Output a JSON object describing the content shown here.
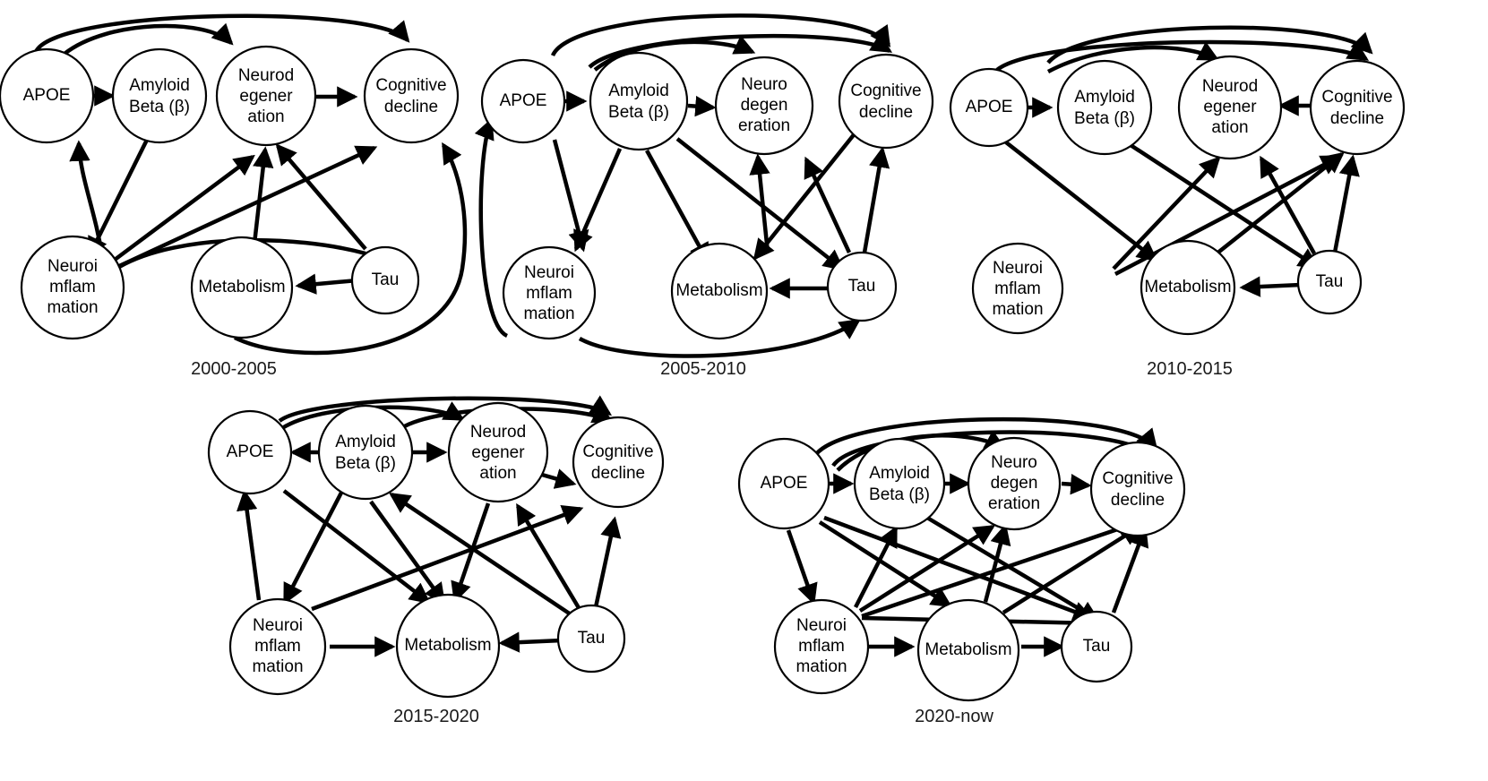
{
  "figure": {
    "title": "",
    "type": "directed-graph-series",
    "node_labels": {
      "apoe": "APOE",
      "abeta": "Amyloid Beta (β)",
      "neurodeg": "Neurodegeneration",
      "cognitive": "Cognitive decline",
      "neuroinf": "Neuroinflammation",
      "metabolism": "Metabolism",
      "tau": "Tau"
    },
    "node_label_lines": {
      "apoe": [
        "APOE"
      ],
      "abeta": [
        "Amyloid",
        "Beta (β)"
      ],
      "neurodeg_a": [
        "Neurod",
        "egener",
        "ation"
      ],
      "neurodeg_b": [
        "Neuro",
        "degen",
        "eration"
      ],
      "cognitive": [
        "Cognitive",
        "decline"
      ],
      "neuroinf": [
        "Neuroi",
        "mflam",
        "mation"
      ],
      "metabolism": [
        "Metabolism"
      ],
      "tau": [
        "Tau"
      ]
    }
  },
  "panels": [
    {
      "id": "p1",
      "caption": "2000-2005",
      "nodes": [
        {
          "key": "apoe",
          "lines": [
            "APOE"
          ]
        },
        {
          "key": "abeta",
          "lines": [
            "Amyloid",
            "Beta (β)"
          ]
        },
        {
          "key": "neurodeg",
          "lines": [
            "Neurod",
            "egener",
            "ation"
          ]
        },
        {
          "key": "cognitive",
          "lines": [
            "Cognitive",
            "decline"
          ]
        },
        {
          "key": "neuroinf",
          "lines": [
            "Neuroi",
            "mflam",
            "mation"
          ]
        },
        {
          "key": "metabolism",
          "lines": [
            "Metabolism"
          ]
        },
        {
          "key": "tau",
          "lines": [
            "Tau"
          ]
        }
      ],
      "edges": [
        {
          "from": "apoe",
          "to": "abeta"
        },
        {
          "from": "apoe",
          "to": "neurodeg"
        },
        {
          "from": "apoe",
          "to": "cognitive"
        },
        {
          "from": "apoe",
          "to": "neuroinf"
        },
        {
          "from": "abeta",
          "to": "neuroinf"
        },
        {
          "from": "neuroinf",
          "to": "apoe"
        },
        {
          "from": "neuroinf",
          "to": "neurodeg"
        },
        {
          "from": "neuroinf",
          "to": "cognitive"
        },
        {
          "from": "tau",
          "to": "metabolism"
        },
        {
          "from": "tau",
          "to": "neurodeg"
        },
        {
          "from": "tau",
          "to": "metabolism-curve"
        },
        {
          "from": "metabolism",
          "to": "neurodeg"
        },
        {
          "from": "metabolism",
          "to": "cognitive"
        }
      ]
    },
    {
      "id": "p2",
      "caption": "2005-2010",
      "nodes": [
        {
          "key": "apoe",
          "lines": [
            "APOE"
          ]
        },
        {
          "key": "abeta",
          "lines": [
            "Amyloid",
            "Beta (β)"
          ]
        },
        {
          "key": "neurodeg",
          "lines": [
            "Neuro",
            "degen",
            "eration"
          ]
        },
        {
          "key": "cognitive",
          "lines": [
            "Cognitive",
            "decline"
          ]
        },
        {
          "key": "neuroinf",
          "lines": [
            "Neuroi",
            "mflam",
            "mation"
          ]
        },
        {
          "key": "metabolism",
          "lines": [
            "Metabolism"
          ]
        },
        {
          "key": "tau",
          "lines": [
            "Tau"
          ]
        }
      ],
      "edges": [
        {
          "from": "apoe",
          "to": "abeta"
        },
        {
          "from": "apoe",
          "to": "neurodeg"
        },
        {
          "from": "apoe",
          "to": "cognitive"
        },
        {
          "from": "apoe",
          "to": "neuroinf"
        },
        {
          "from": "abeta",
          "to": "neurodeg"
        },
        {
          "from": "abeta",
          "to": "neuroinf"
        },
        {
          "from": "abeta",
          "to": "metabolism"
        },
        {
          "from": "abeta",
          "to": "tau"
        },
        {
          "from": "neuroinf",
          "to": "tau"
        },
        {
          "from": "metabolism",
          "to": "neurodeg"
        },
        {
          "from": "tau",
          "to": "metabolism"
        },
        {
          "from": "tau",
          "to": "neurodeg"
        },
        {
          "from": "tau",
          "to": "cognitive"
        },
        {
          "from": "cognitive",
          "to": "metabolism"
        }
      ]
    },
    {
      "id": "p3",
      "caption": "2010-2015",
      "nodes": [
        {
          "key": "apoe",
          "lines": [
            "APOE"
          ]
        },
        {
          "key": "abeta",
          "lines": [
            "Amyloid",
            "Beta (β)"
          ]
        },
        {
          "key": "neurodeg",
          "lines": [
            "Neurod",
            "egener",
            "ation"
          ]
        },
        {
          "key": "cognitive",
          "lines": [
            "Cognitive",
            "decline"
          ]
        },
        {
          "key": "neuroinf",
          "lines": [
            "Neuroi",
            "mflam",
            "mation"
          ]
        },
        {
          "key": "metabolism",
          "lines": [
            "Metabolism"
          ]
        },
        {
          "key": "tau",
          "lines": [
            "Tau"
          ]
        }
      ],
      "edges": [
        {
          "from": "apoe",
          "to": "abeta"
        },
        {
          "from": "apoe",
          "to": "neurodeg"
        },
        {
          "from": "apoe",
          "to": "cognitive"
        },
        {
          "from": "apoe",
          "to": "metabolism"
        },
        {
          "from": "abeta",
          "to": "tau"
        },
        {
          "from": "cognitive",
          "to": "neurodeg"
        },
        {
          "from": "neuroinf",
          "to": "neurodeg"
        },
        {
          "from": "neuroinf",
          "to": "cognitive"
        },
        {
          "from": "metabolism",
          "to": "cognitive"
        },
        {
          "from": "tau",
          "to": "metabolism"
        },
        {
          "from": "tau",
          "to": "neurodeg"
        },
        {
          "from": "tau",
          "to": "cognitive"
        }
      ]
    },
    {
      "id": "p4",
      "caption": "2015-2020",
      "nodes": [
        {
          "key": "apoe",
          "lines": [
            "APOE"
          ]
        },
        {
          "key": "abeta",
          "lines": [
            "Amyloid",
            "Beta (β)"
          ]
        },
        {
          "key": "neurodeg",
          "lines": [
            "Neurod",
            "egener",
            "ation"
          ]
        },
        {
          "key": "cognitive",
          "lines": [
            "Cognitive",
            "decline"
          ]
        },
        {
          "key": "neuroinf",
          "lines": [
            "Neuroi",
            "mflam",
            "mation"
          ]
        },
        {
          "key": "metabolism",
          "lines": [
            "Metabolism"
          ]
        },
        {
          "key": "tau",
          "lines": [
            "Tau"
          ]
        }
      ],
      "edges": [
        {
          "from": "apoe",
          "to": "neurodeg"
        },
        {
          "from": "apoe",
          "to": "cognitive"
        },
        {
          "from": "apoe",
          "to": "metabolism"
        },
        {
          "from": "abeta",
          "to": "apoe"
        },
        {
          "from": "abeta",
          "to": "neurodeg"
        },
        {
          "from": "abeta",
          "to": "cognitive"
        },
        {
          "from": "abeta",
          "to": "neuroinf"
        },
        {
          "from": "abeta",
          "to": "metabolism"
        },
        {
          "from": "neuroinf",
          "to": "apoe"
        },
        {
          "from": "neuroinf",
          "to": "metabolism"
        },
        {
          "from": "neuroinf",
          "to": "cognitive"
        },
        {
          "from": "neurodeg",
          "to": "metabolism"
        },
        {
          "from": "tau",
          "to": "abeta"
        },
        {
          "from": "tau",
          "to": "metabolism"
        },
        {
          "from": "tau",
          "to": "neurodeg"
        },
        {
          "from": "tau",
          "to": "cognitive"
        }
      ]
    },
    {
      "id": "p5",
      "caption": "2020-now",
      "nodes": [
        {
          "key": "apoe",
          "lines": [
            "APOE"
          ]
        },
        {
          "key": "abeta",
          "lines": [
            "Amyloid",
            "Beta (β)"
          ]
        },
        {
          "key": "neurodeg",
          "lines": [
            "Neuro",
            "degen",
            "eration"
          ]
        },
        {
          "key": "cognitive",
          "lines": [
            "Cognitive",
            "decline"
          ]
        },
        {
          "key": "neuroinf",
          "lines": [
            "Neuroi",
            "mflam",
            "mation"
          ]
        },
        {
          "key": "metabolism",
          "lines": [
            "Metabolism"
          ]
        },
        {
          "key": "tau",
          "lines": [
            "Tau"
          ]
        }
      ],
      "edges": [
        {
          "from": "apoe",
          "to": "abeta"
        },
        {
          "from": "apoe",
          "to": "neurodeg"
        },
        {
          "from": "apoe",
          "to": "cognitive"
        },
        {
          "from": "apoe",
          "to": "neuroinf"
        },
        {
          "from": "apoe",
          "to": "metabolism"
        },
        {
          "from": "apoe",
          "to": "tau"
        },
        {
          "from": "abeta",
          "to": "neurodeg"
        },
        {
          "from": "abeta",
          "to": "tau"
        },
        {
          "from": "neurodeg",
          "to": "cognitive"
        },
        {
          "from": "neuroinf",
          "to": "abeta"
        },
        {
          "from": "neuroinf",
          "to": "neurodeg"
        },
        {
          "from": "neuroinf",
          "to": "metabolism"
        },
        {
          "from": "neuroinf",
          "to": "cognitive"
        },
        {
          "from": "neuroinf",
          "to": "tau"
        },
        {
          "from": "metabolism",
          "to": "neurodeg"
        },
        {
          "from": "metabolism",
          "to": "cognitive"
        },
        {
          "from": "metabolism",
          "to": "tau"
        },
        {
          "from": "tau",
          "to": "cognitive"
        }
      ]
    }
  ],
  "captions": {
    "p1": "2000-2005",
    "p2": "2005-2010",
    "p3": "2010-2015",
    "p4": "2015-2020",
    "p5": "2020-now"
  }
}
